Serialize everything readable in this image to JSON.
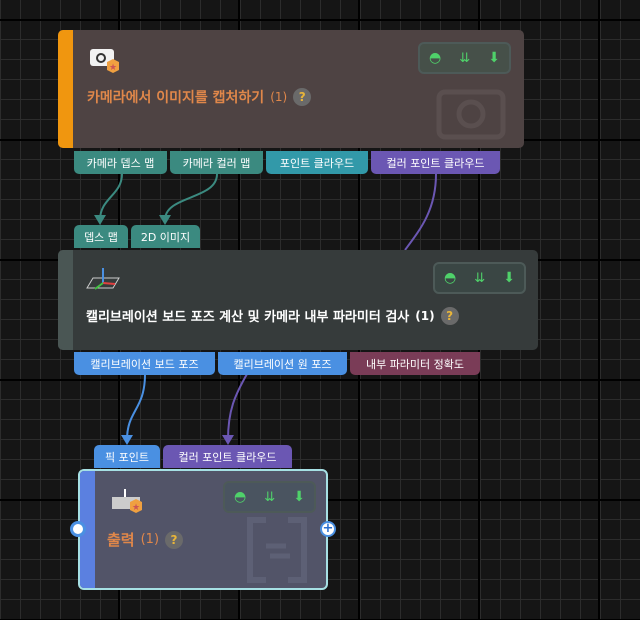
{
  "nodes": [
    {
      "title": "카메라에서 이미지를 캡처하기",
      "count": "(1)",
      "help": "?",
      "outputs": [
        "카메라 뎁스 맵",
        "카메라 컬러 맵",
        "포인트 클라우드",
        "컬러 포인트 클라우드"
      ]
    },
    {
      "title": "캘리브레이션 보드 포즈 계산 및 카메라 내부 파라미터 검사",
      "count": "(1)",
      "help": "?",
      "inputs": [
        "뎁스 맵",
        "2D 이미지"
      ],
      "outputs": [
        "캘리브레이션 보드 포즈",
        "캘리브레이션 원 포즈",
        "내부 파라미터 정확도"
      ]
    },
    {
      "title": "출력",
      "count": "(1)",
      "help": "?",
      "inputs": [
        "픽 포인트",
        "컬러 포인트 클라우드"
      ]
    }
  ],
  "colors": {
    "teal": "#3b8a80",
    "cyan": "#3299a9",
    "purple": "#6b57b3",
    "blue": "#4a90e2",
    "maroon": "#7a3c57",
    "orange": "#f0960f"
  }
}
